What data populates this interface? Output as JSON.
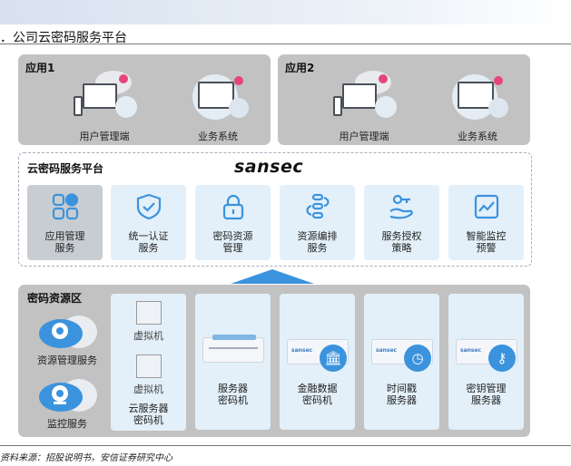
{
  "title": "．公司云密码服务平台",
  "apps": [
    {
      "title": "应用1",
      "items": [
        "用户管理端",
        "业务系统"
      ]
    },
    {
      "title": "应用2",
      "items": [
        "用户管理端",
        "业务系统"
      ]
    }
  ],
  "platform": {
    "title": "云密码服务平台",
    "logo": "sansec",
    "cards": [
      {
        "l1": "应用管理",
        "l2": "服务",
        "icon": "grid-icon"
      },
      {
        "l1": "统一认证",
        "l2": "服务",
        "icon": "shield-check-icon"
      },
      {
        "l1": "密码资源",
        "l2": "管理",
        "icon": "lock-icon"
      },
      {
        "l1": "资源编排",
        "l2": "服务",
        "icon": "orchestration-icon"
      },
      {
        "l1": "服务授权",
        "l2": "策略",
        "icon": "hand-key-icon"
      },
      {
        "l1": "智能监控",
        "l2": "预警",
        "icon": "chart-monitor-icon"
      }
    ]
  },
  "resource": {
    "title": "密码资源区",
    "side": [
      "资源管理服务",
      "监控服务"
    ],
    "vm": {
      "vm1": "虚拟机",
      "vm2": "虚拟机",
      "l1": "云服务器",
      "l2": "密码机"
    },
    "device_label": "sansec",
    "cards": [
      {
        "l1": "服务器",
        "l2": "密码机"
      },
      {
        "l1": "金融数据",
        "l2": "密码机",
        "icon": "bank-icon"
      },
      {
        "l1": "时间戳",
        "l2": "服务器",
        "icon": "clock-icon"
      },
      {
        "l1": "密钥管理",
        "l2": "服务器",
        "icon": "key-icon"
      }
    ]
  },
  "source": "资料来源：招股说明书，安信证券研究中心",
  "colors": {
    "accent": "#3b93dd",
    "card": "#e3f0fa",
    "gray": "#c2c2c2"
  }
}
